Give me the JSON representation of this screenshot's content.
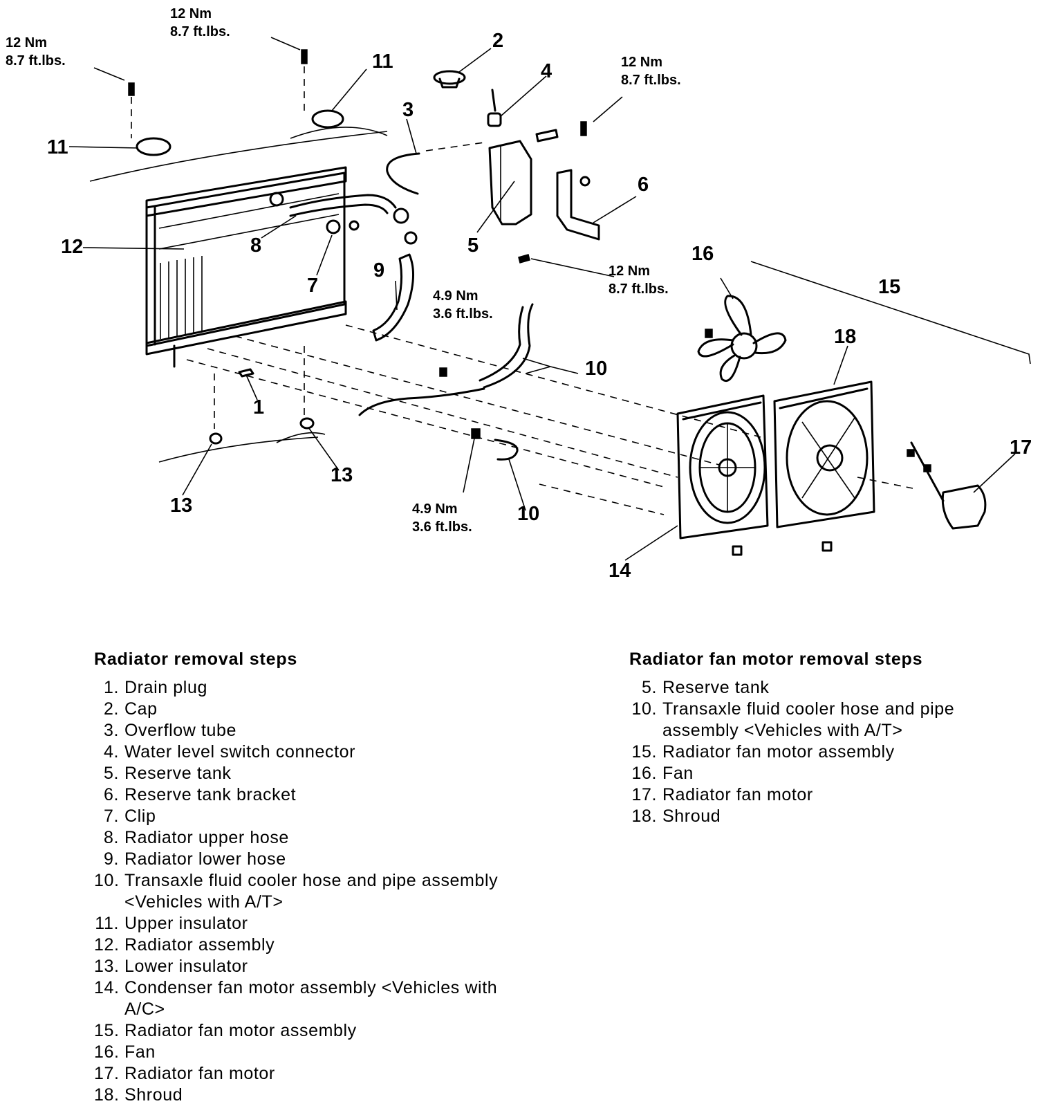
{
  "diagram": {
    "callouts": {
      "c2": "2",
      "c3": "3",
      "c4": "4",
      "c5": "5",
      "c6": "6",
      "c7": "7",
      "c8": "8",
      "c9": "9",
      "c10a": "10",
      "c10b": "10",
      "c11a": "11",
      "c11b": "11",
      "c12": "12",
      "c13a": "13",
      "c13b": "13",
      "c14": "14",
      "c15": "15",
      "c16": "16",
      "c17": "17",
      "c18": "18",
      "c1": "1"
    },
    "torques": {
      "t1": {
        "nm": "12 Nm",
        "ft": "8.7 ft.lbs."
      },
      "t2": {
        "nm": "12 Nm",
        "ft": "8.7 ft.lbs."
      },
      "t3": {
        "nm": "12 Nm",
        "ft": "8.7 ft.lbs."
      },
      "t4": {
        "nm": "12 Nm",
        "ft": "8.7 ft.lbs."
      },
      "t5": {
        "nm": "4.9 Nm",
        "ft": "3.6 ft.lbs."
      },
      "t6": {
        "nm": "4.9 Nm",
        "ft": "3.6 ft.lbs."
      }
    }
  },
  "radiator_steps": {
    "heading": "Radiator removal steps",
    "items": [
      {
        "num": "1.",
        "text": "Drain plug"
      },
      {
        "num": "2.",
        "text": "Cap"
      },
      {
        "num": "3.",
        "text": "Overflow tube"
      },
      {
        "num": "4.",
        "text": "Water level switch connector"
      },
      {
        "num": "5.",
        "text": "Reserve tank"
      },
      {
        "num": "6.",
        "text": "Reserve tank bracket"
      },
      {
        "num": "7.",
        "text": "Clip"
      },
      {
        "num": "8.",
        "text": "Radiator upper hose"
      },
      {
        "num": "9.",
        "text": "Radiator lower hose"
      },
      {
        "num": "10.",
        "text": "Transaxle fluid cooler hose and pipe assembly <Vehicles with A/T>"
      },
      {
        "num": "11.",
        "text": "Upper insulator"
      },
      {
        "num": "12.",
        "text": "Radiator assembly"
      },
      {
        "num": "13.",
        "text": "Lower insulator"
      },
      {
        "num": "14.",
        "text": "Condenser fan motor assembly <Vehicles with A/C>"
      },
      {
        "num": "15.",
        "text": "Radiator fan motor assembly"
      },
      {
        "num": "16.",
        "text": "Fan"
      },
      {
        "num": "17.",
        "text": "Radiator fan motor"
      },
      {
        "num": "18.",
        "text": "Shroud"
      }
    ]
  },
  "fan_steps": {
    "heading": "Radiator fan motor removal steps",
    "items": [
      {
        "num": "5.",
        "text": "Reserve tank"
      },
      {
        "num": "10.",
        "text": "Transaxle fluid cooler hose and pipe assembly <Vehicles with A/T>"
      },
      {
        "num": "15.",
        "text": "Radiator fan motor assembly"
      },
      {
        "num": "16.",
        "text": "Fan"
      },
      {
        "num": "17.",
        "text": "Radiator fan motor"
      },
      {
        "num": "18.",
        "text": "Shroud"
      }
    ]
  }
}
